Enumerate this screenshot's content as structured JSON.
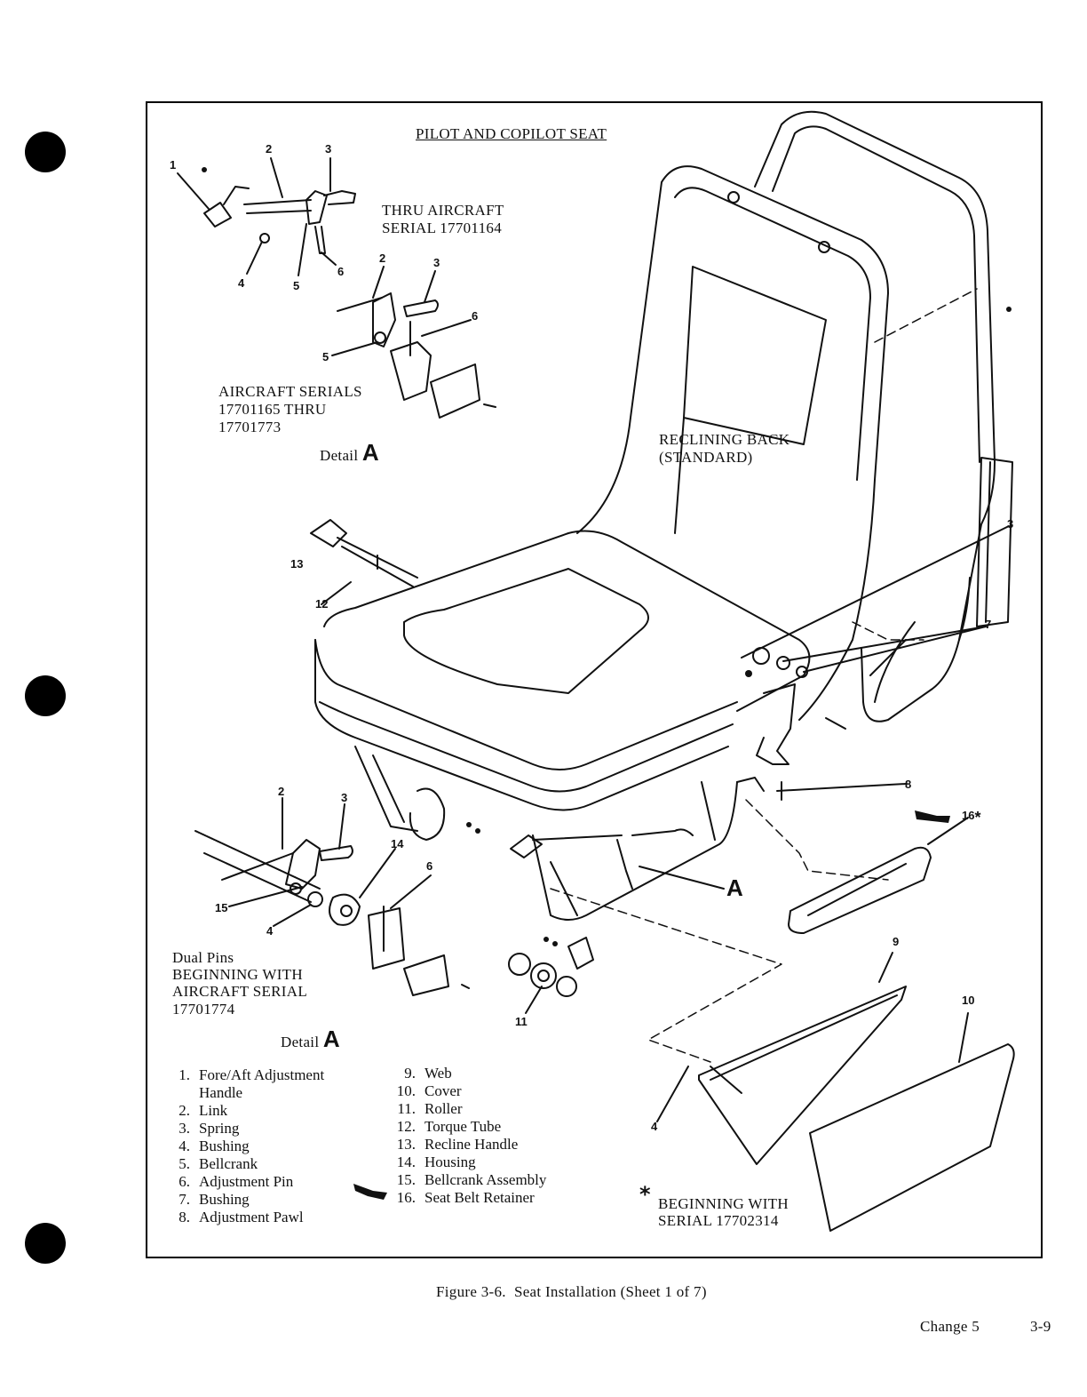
{
  "title": "PILOT AND COPILOT SEAT",
  "detail_top": {
    "thru_label": [
      "THRU AIRCRAFT",
      "SERIAL 17701164"
    ],
    "range_label": [
      "AIRCRAFT SERIALS",
      "17701165 THRU",
      "17701773"
    ],
    "detail_word": "Detail",
    "detail_letter": "A"
  },
  "detail_bottom": {
    "label": [
      "Dual Pins",
      "BEGINNING WITH",
      "AIRCRAFT SERIAL",
      "17701774"
    ],
    "detail_word": "Detail",
    "detail_letter": "A"
  },
  "back_label": [
    "RECLINING BACK",
    "(STANDARD)"
  ],
  "callout_A": "A",
  "callouts": {
    "c1": "1",
    "c2a": "2",
    "c3a": "3",
    "c4a": "4",
    "c5a": "5",
    "c6a": "6",
    "c2b": "2",
    "c3b": "3",
    "c5b": "5",
    "c6b": "6",
    "c13": "13",
    "c12": "12",
    "c3s": "3",
    "c7s": "7",
    "c8s": "8",
    "c16s": "16",
    "c2c": "2",
    "c3c": "3",
    "c14c": "14",
    "c6c": "6",
    "c15c": "15",
    "c4c": "4",
    "c11": "11",
    "c9": "9",
    "c10": "10",
    "c4d": "4"
  },
  "legend_left": [
    {
      "num": "1.",
      "label": "Fore/Aft Adjustment",
      "cont": "Handle"
    },
    {
      "num": "2.",
      "label": "Link"
    },
    {
      "num": "3.",
      "label": "Spring"
    },
    {
      "num": "4.",
      "label": "Bushing"
    },
    {
      "num": "5.",
      "label": "Bellcrank"
    },
    {
      "num": "6.",
      "label": "Adjustment Pin"
    },
    {
      "num": "7.",
      "label": "Bushing"
    },
    {
      "num": "8.",
      "label": "Adjustment Pawl"
    }
  ],
  "legend_right": [
    {
      "num": "9.",
      "label": "Web"
    },
    {
      "num": "10.",
      "label": "Cover"
    },
    {
      "num": "11.",
      "label": "Roller"
    },
    {
      "num": "12.",
      "label": "Torque Tube"
    },
    {
      "num": "13.",
      "label": "Recline Handle"
    },
    {
      "num": "14.",
      "label": "Housing"
    },
    {
      "num": "15.",
      "label": "Bellcrank Assembly"
    },
    {
      "num": "16.",
      "label": "Seat Belt Retainer"
    }
  ],
  "note_star": "*",
  "note": [
    "BEGINNING WITH",
    "SERIAL 17702314"
  ],
  "caption": "Figure 3-6.  Seat Installation (Sheet 1 of 7)",
  "footer": {
    "change": "Change 5",
    "page": "3-9"
  }
}
